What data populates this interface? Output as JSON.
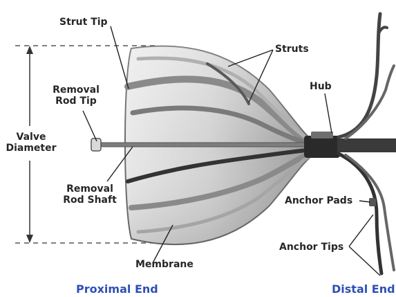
{
  "labels": {
    "strut_tip": "Strut Tip",
    "struts": "Struts",
    "removal_rod_tip": [
      "Removal",
      "Rod Tip"
    ],
    "hub": "Hub",
    "valve_diameter": [
      "Valve",
      "Diameter"
    ],
    "removal_rod_shaft": [
      "Removal",
      "Rod Shaft"
    ],
    "anchor_pads": "Anchor Pads",
    "anchor_tips": "Anchor Tips",
    "membrane": "Membrane"
  },
  "footer": {
    "proximal_end": "Proximal End",
    "distal_end": "Distal End"
  },
  "colors": {
    "label_text": "#262626",
    "footer_text": "#2f4fb5",
    "device_gray": "#8a8a8a",
    "strut_dark": "#333333"
  }
}
